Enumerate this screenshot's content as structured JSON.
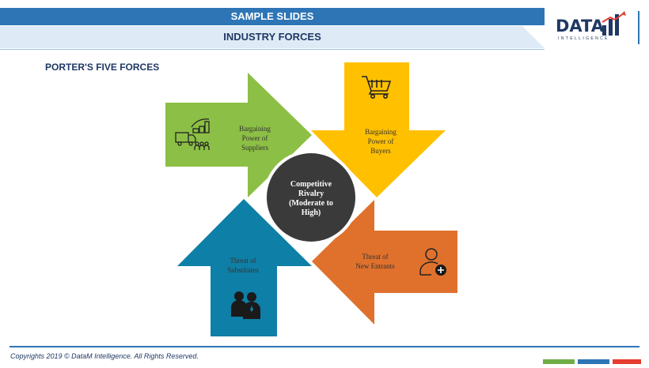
{
  "header": {
    "title": "SAMPLE SLIDES",
    "subtitle": "INDUSTRY FORCES"
  },
  "logo": {
    "name": "DATA",
    "tagline": "INTELLIGENCE"
  },
  "page_title": "PORTER'S FIVE FORCES",
  "forces": {
    "suppliers": {
      "line1": "Bargaining",
      "line2": "Power of",
      "line3": "Suppliers",
      "color": "#8cbf45",
      "icon": "supply-chain-icon"
    },
    "buyers": {
      "line1": "Bargaining",
      "line2": "Power of",
      "line3": "Buyers",
      "color": "#ffc000",
      "icon": "shopping-cart-icon"
    },
    "substitutes": {
      "line1": "Threat of",
      "line2": "Substitutes",
      "color": "#0e7fa6",
      "icon": "people-icon"
    },
    "entrants": {
      "line1": "Threat of",
      "line2": "New Entrants",
      "color": "#e0712d",
      "icon": "add-user-icon"
    }
  },
  "center": {
    "line1": "Competitive",
    "line2": "Rivalry",
    "line3": "(Moderate to",
    "line4": "High)",
    "color": "#3a3a3a"
  },
  "footer": {
    "copyright": "Copyrights 2019 © DataM Intelligence. All Rights Reserved."
  }
}
